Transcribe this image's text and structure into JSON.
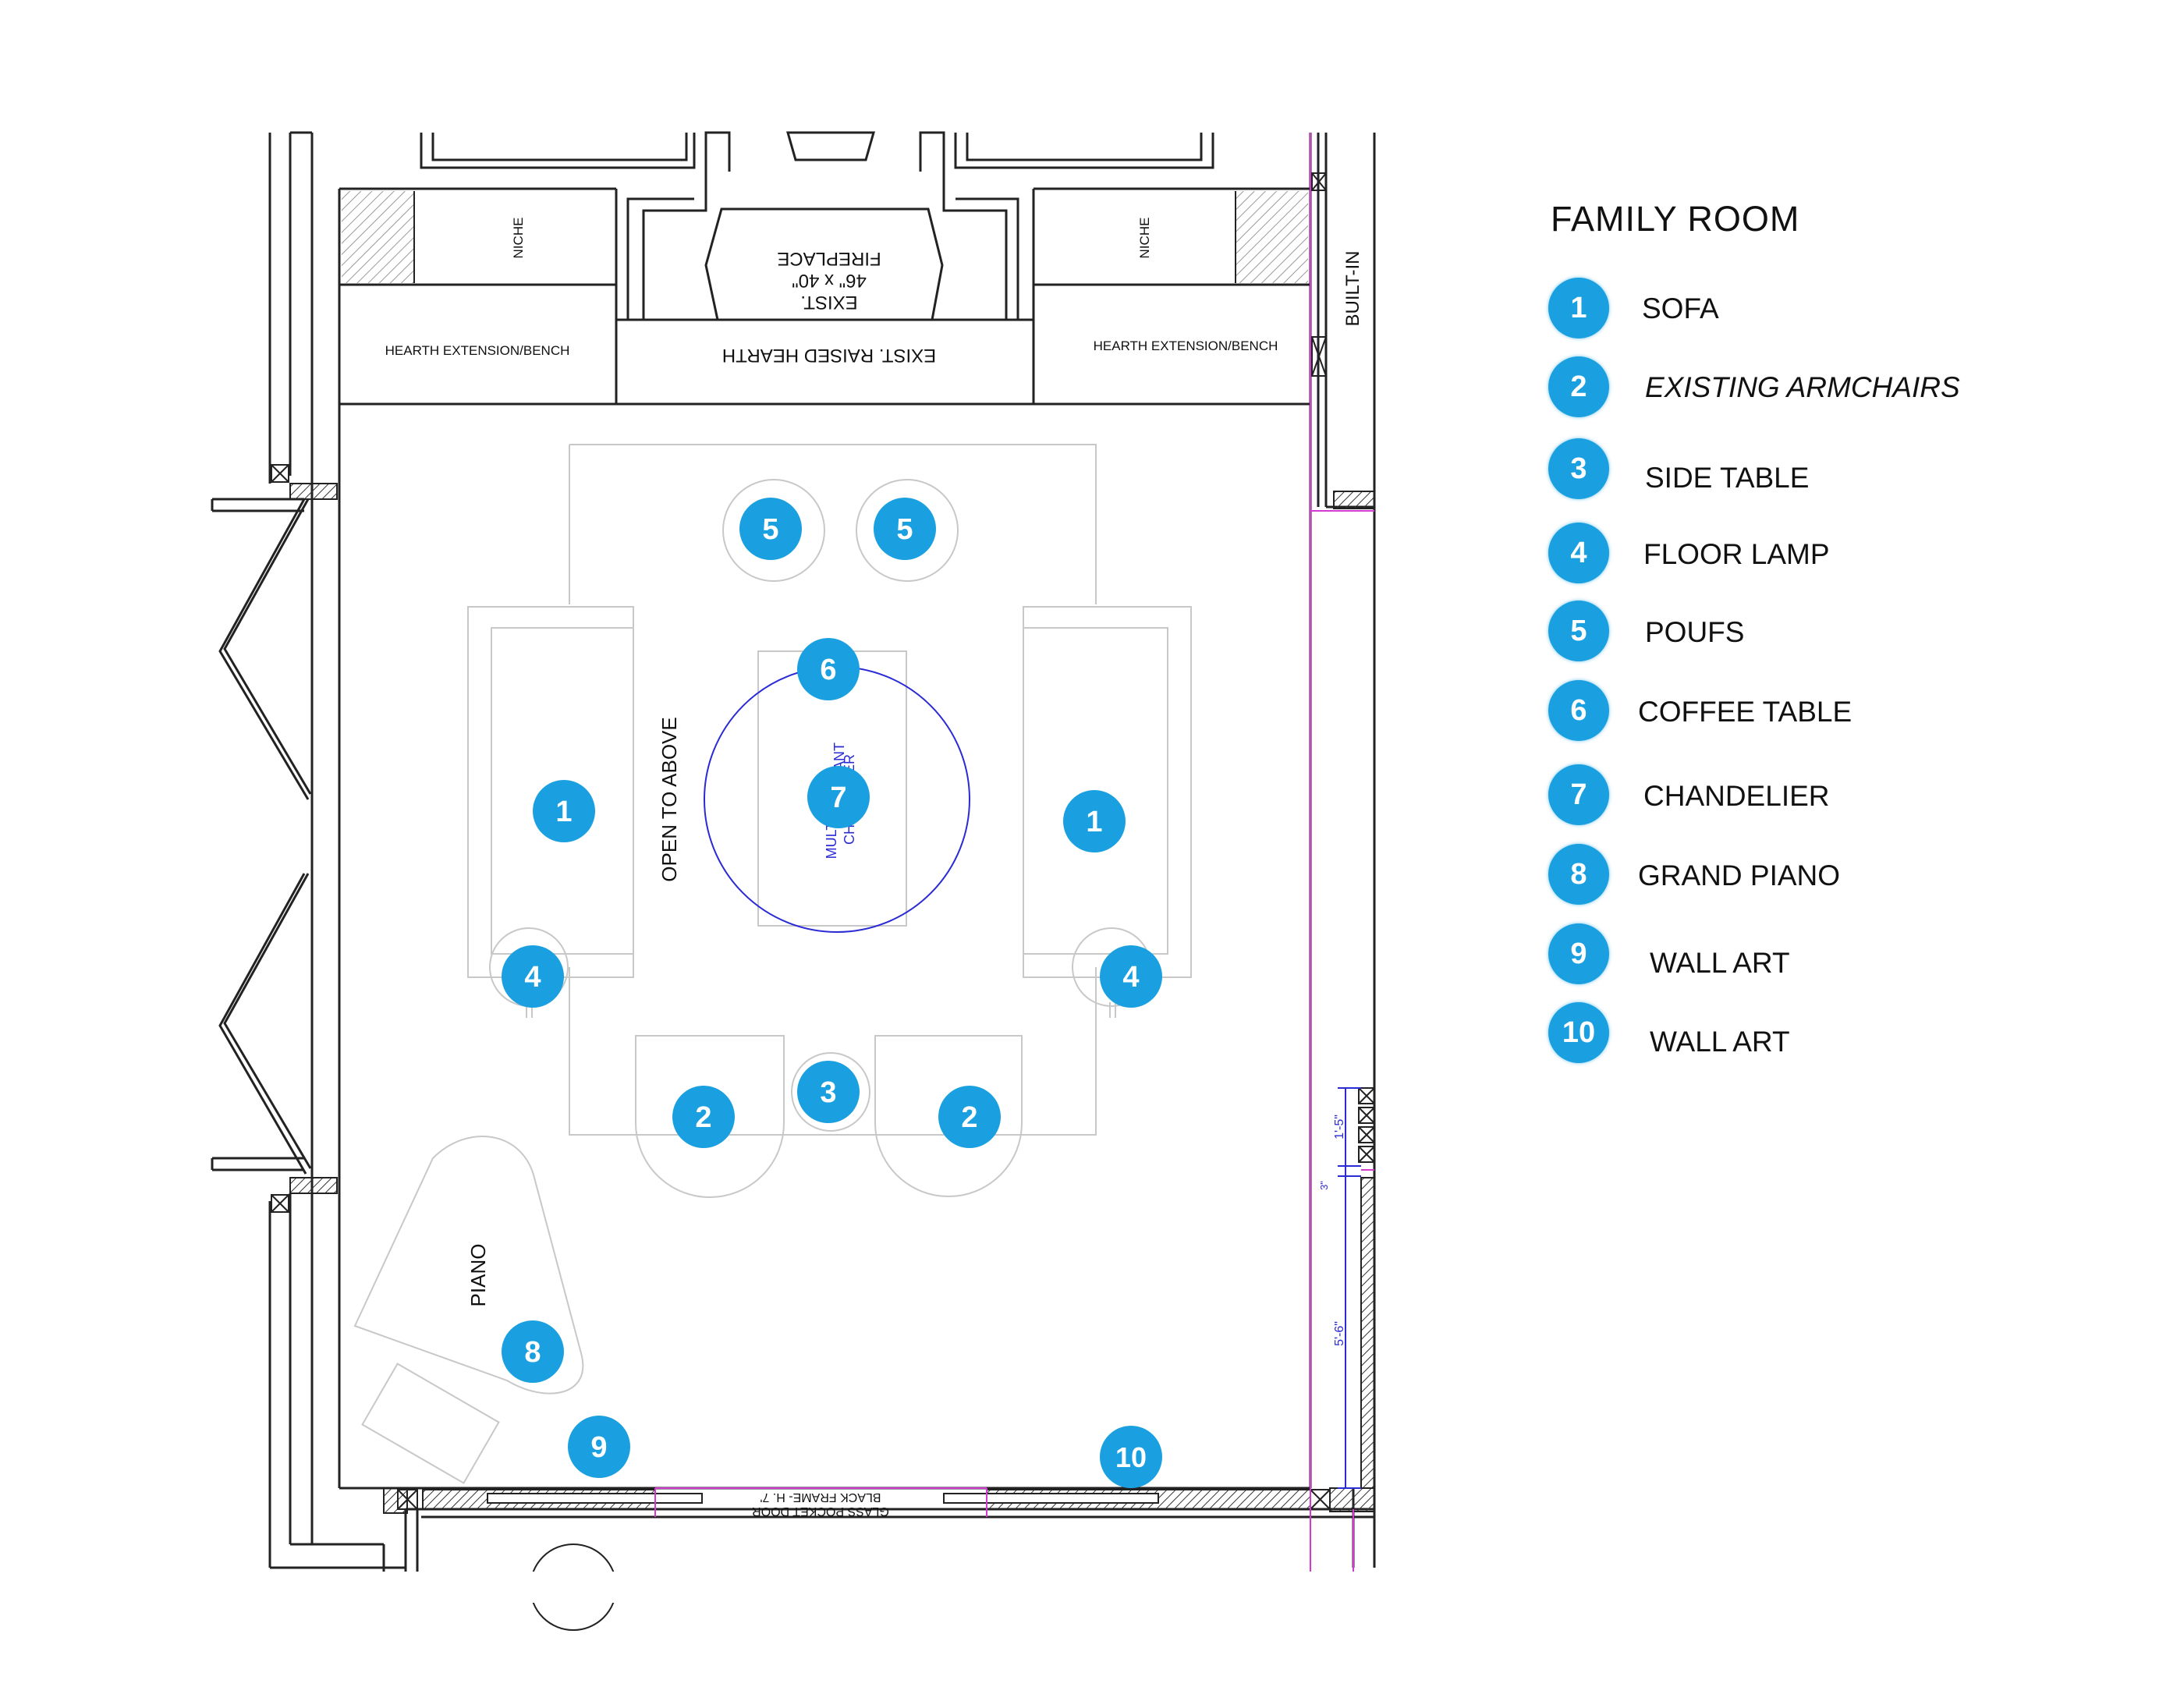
{
  "legend": {
    "title": "FAMILY ROOM",
    "items": [
      {
        "num": "1",
        "label": "SOFA",
        "italic": false
      },
      {
        "num": "2",
        "label": "EXISTING ARMCHAIRS",
        "italic": true
      },
      {
        "num": "3",
        "label": "SIDE TABLE",
        "italic": false
      },
      {
        "num": "4",
        "label": "FLOOR LAMP",
        "italic": false
      },
      {
        "num": "5",
        "label": "POUFS",
        "italic": false
      },
      {
        "num": "6",
        "label": "COFFEE TABLE",
        "italic": false
      },
      {
        "num": "7",
        "label": "CHANDELIER",
        "italic": false
      },
      {
        "num": "8",
        "label": "GRAND PIANO",
        "italic": false
      },
      {
        "num": "9",
        "label": "WALL ART",
        "italic": false
      },
      {
        "num": "10",
        "label": "WALL ART",
        "italic": false
      }
    ]
  },
  "plan_labels": {
    "niche_left": "NICHE",
    "niche_right": "NICHE",
    "fireplace_line1": "EXIST.",
    "fireplace_line2": "46\" x 40\"",
    "fireplace_line3": "FIREPLACE",
    "hearth_left": "HEARTH EXTENSION/BENCH",
    "hearth_center": "EXIST.  RAISED HEARTH",
    "hearth_right": "HEARTH EXTENSION/BENCH",
    "built_in": "BUILT-IN",
    "open_to_above": "OPEN TO ABOVE",
    "chandelier_line1": "PENDANT",
    "chandelier_line2": "MULTI",
    "chandelier_line3": "CHANDELIER",
    "piano": "PIANO",
    "door_line1": "BLACK FRAME- H. 7'",
    "door_line2": "GLASS POCKET DOOR",
    "dim_1": "1'-5\"",
    "dim_2": "5'-6\"",
    "dim_3": "3\""
  },
  "colors": {
    "badge": "#1aa0e0",
    "magenta": "#d23ad2",
    "blue_ink": "#2a2ad6",
    "wall": "#222222",
    "furniture": "#c8c8c8"
  }
}
